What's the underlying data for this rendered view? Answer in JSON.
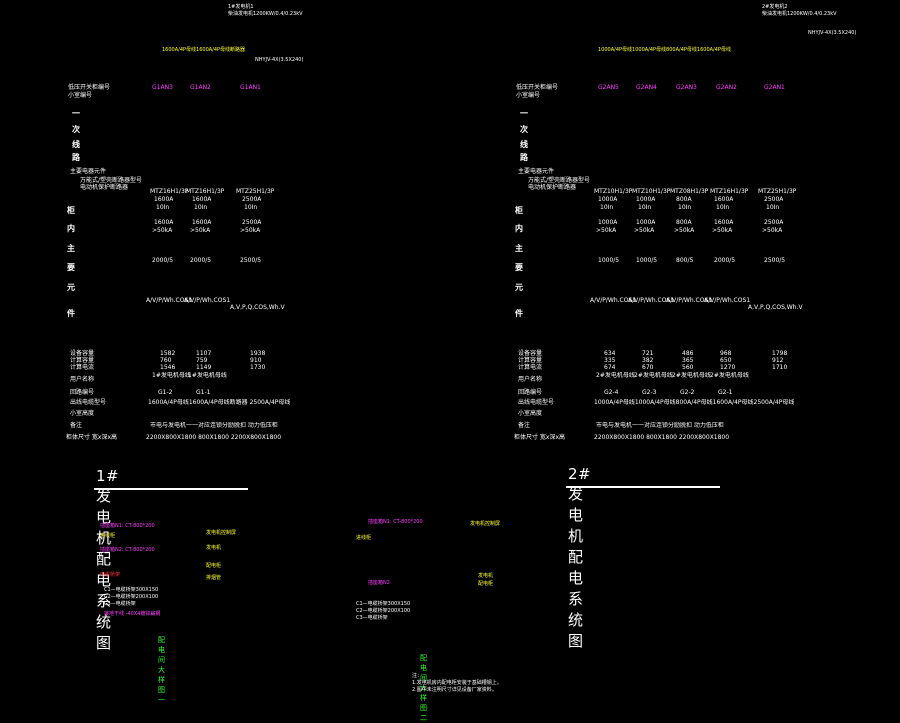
{
  "left": {
    "title": "1#发电机配电系统图",
    "gen_line1": "1#发电机1",
    "gen_line2": "柴油发电机1200KW/0.4/0.23kV",
    "busbar_label": "1600A/4P母线1600A/4P母线断路器",
    "cable_label": "NHYJV-4X(3.5X240)",
    "header_row": "低压开关柜编号",
    "header_row2": "小室编号",
    "cabinet_ids": [
      "G1AN3",
      "G1AN2",
      "G1AN1"
    ],
    "section_chars": [
      "一",
      "次",
      "线",
      "路"
    ],
    "main_section": "主要电器元件",
    "sub_rows": [
      "万能式/塑壳断路器型号",
      "电动机保护断路器"
    ],
    "breaker_models": [
      "MTZ16H1/3P",
      "MTZ16H1/3P",
      "MTZ25H1/3P"
    ],
    "ratings": [
      "1600A",
      "1600A",
      "2500A"
    ],
    "r2": [
      "10In",
      "10In",
      "10In"
    ],
    "r3": [
      "1600A",
      "1600A",
      "2500A"
    ],
    "r4": [
      ">50kA",
      ">50kA",
      ">50kA"
    ],
    "ct": [
      "2000/5",
      "2000/5",
      "2500/5"
    ],
    "meter": [
      "A/V/P/Wh.COS1",
      "A/V/P/Wh.COS1",
      "A,V,P,Q,COS,Wh.V"
    ],
    "side_chars": [
      "柜",
      "内",
      "主",
      "要",
      "元",
      "件"
    ],
    "power_rows": [
      "设备容量",
      "计算容量",
      "计算电流"
    ],
    "power_vals": [
      [
        "1582",
        "1107",
        "1938"
      ],
      [
        "760",
        "759",
        "910"
      ],
      [
        "1546",
        "1149",
        "1730"
      ]
    ],
    "user_row": "用户名称",
    "user_vals": [
      "1#发电机母线",
      "1#发电机母线"
    ],
    "loop_row": "回路编号",
    "loop_vals": [
      "G1-2",
      "G1-1"
    ],
    "outgoing_row": "出线电缆型号",
    "outgoing_val": "1600A/4P母线1600A/4P母线断路器  2500A/4P母线",
    "room_row": "小室高度",
    "remark_row": "备注",
    "remark_val": "市电与发电机一一对应连锁分励脱扣  动力低压柜",
    "dim_row": "柜体尺寸 宽x深x高",
    "dim_val": "2200X800X1800  800X1800  2200X800X1800",
    "room_room_caption": "配电间大样图一",
    "room_labels": [
      "插座箱N1: CT-800*200",
      "进线柜",
      "插座箱N2: CT-800*200",
      "电缆桥架",
      "C1—电缆桥架300X150",
      "C2—电缆桥架200X100",
      "C3—电缆桥架",
      "接地干线 -40X4镀锌扁钢"
    ],
    "room_right_labels": [
      "发电机控制屏",
      "发电机",
      "配电柜",
      "排烟管"
    ]
  },
  "right": {
    "title": "2#发电机配电系统图",
    "gen_line1": "2#发电机2",
    "gen_line2": "柴油发电机1200KW/0.4/0.23kV",
    "busbar_label": "1000A/4P母线1000A/4P母线800A/4P母线1600A/4P母线",
    "cable_label": "NHYJV-4X(3.5X240)",
    "header_row": "低压开关柜编号",
    "header_row2": "小室编号",
    "cabinet_ids": [
      "G2AN5",
      "G2AN4",
      "G2AN3",
      "G2AN2",
      "G2AN1"
    ],
    "section_chars": [
      "一",
      "次",
      "线",
      "路"
    ],
    "main_section": "主要电器元件",
    "sub_rows": [
      "万能式/塑壳断路器型号",
      "电动机保护断路器"
    ],
    "breaker_models": [
      "MTZ10H1/3P",
      "MTZ10H1/3P",
      "MTZ08H1/3P",
      "MTZ16H1/3P",
      "MTZ25H1/3P"
    ],
    "ratings": [
      "1000A",
      "1000A",
      "800A",
      "1600A",
      "2500A"
    ],
    "r2": [
      "10In",
      "10In",
      "10In",
      "10In",
      "10In"
    ],
    "r3": [
      "1000A",
      "1000A",
      "800A",
      "1600A",
      "2500A"
    ],
    "r4": [
      ">50kA",
      ">50kA",
      ">50kA",
      ">50kA",
      ">50kA"
    ],
    "ct": [
      "1000/5",
      "1000/5",
      "800/5",
      "2000/5",
      "2500/5"
    ],
    "meter": [
      "A/V/P/Wh.COS1",
      "A/V/P/Wh.COS1",
      "A/V/P/Wh.COS1",
      "A/V/P/Wh.COS1",
      "A,V,P,Q,COS,Wh.V"
    ],
    "side_chars": [
      "柜",
      "内",
      "主",
      "要",
      "元",
      "件"
    ],
    "power_rows": [
      "设备容量",
      "计算容量",
      "计算电流"
    ],
    "power_vals": [
      [
        "634",
        "721",
        "486",
        "968",
        "1798"
      ],
      [
        "335",
        "382",
        "365",
        "650",
        "912"
      ],
      [
        "674",
        "670",
        "560",
        "1270",
        "1710"
      ]
    ],
    "user_row": "用户名称",
    "user_vals": [
      "2#发电机母线",
      "2#发电机母线",
      "2#发电机母线",
      "2#发电机母线"
    ],
    "loop_row": "回路编号",
    "loop_vals": [
      "G2-4",
      "G2-3",
      "G2-2",
      "G2-1"
    ],
    "outgoing_row": "出线电缆型号",
    "outgoing_val": "1000A/4P母线1000A/4P母线800A/4P母线1600A/4P母线2500A/4P母线",
    "room_row": "小室高度",
    "remark_row": "备注",
    "remark_val": "市电与发电机一一对应连锁分励脱扣  动力低压柜",
    "dim_row": "柜体尺寸 宽x深x高",
    "dim_val": "2200X800X1800  800X1800  2200X800X1800",
    "room_room_caption": "配电间大样图二",
    "room_labels": [
      "插座箱N1: CT-800*200",
      "进线柜",
      "插座箱N2",
      "C1—电缆桥架300X150",
      "C2—电缆桥架200X100",
      "C3—电缆桥架"
    ],
    "room_right_labels": [
      "发电机控制屏",
      "发电机",
      "配电柜"
    ],
    "notes": [
      "注：",
      "1.发电机房内配电柜安装于基础槽钢上。",
      "2.图中未注明尺寸详见设备厂家资料。"
    ]
  },
  "colors": {
    "table_line": "#ffff33",
    "bus": "#3a3aff",
    "green": "#33ff33",
    "cyan": "#40e0ff",
    "magenta": "#ff40ff",
    "red": "#ff3333"
  }
}
